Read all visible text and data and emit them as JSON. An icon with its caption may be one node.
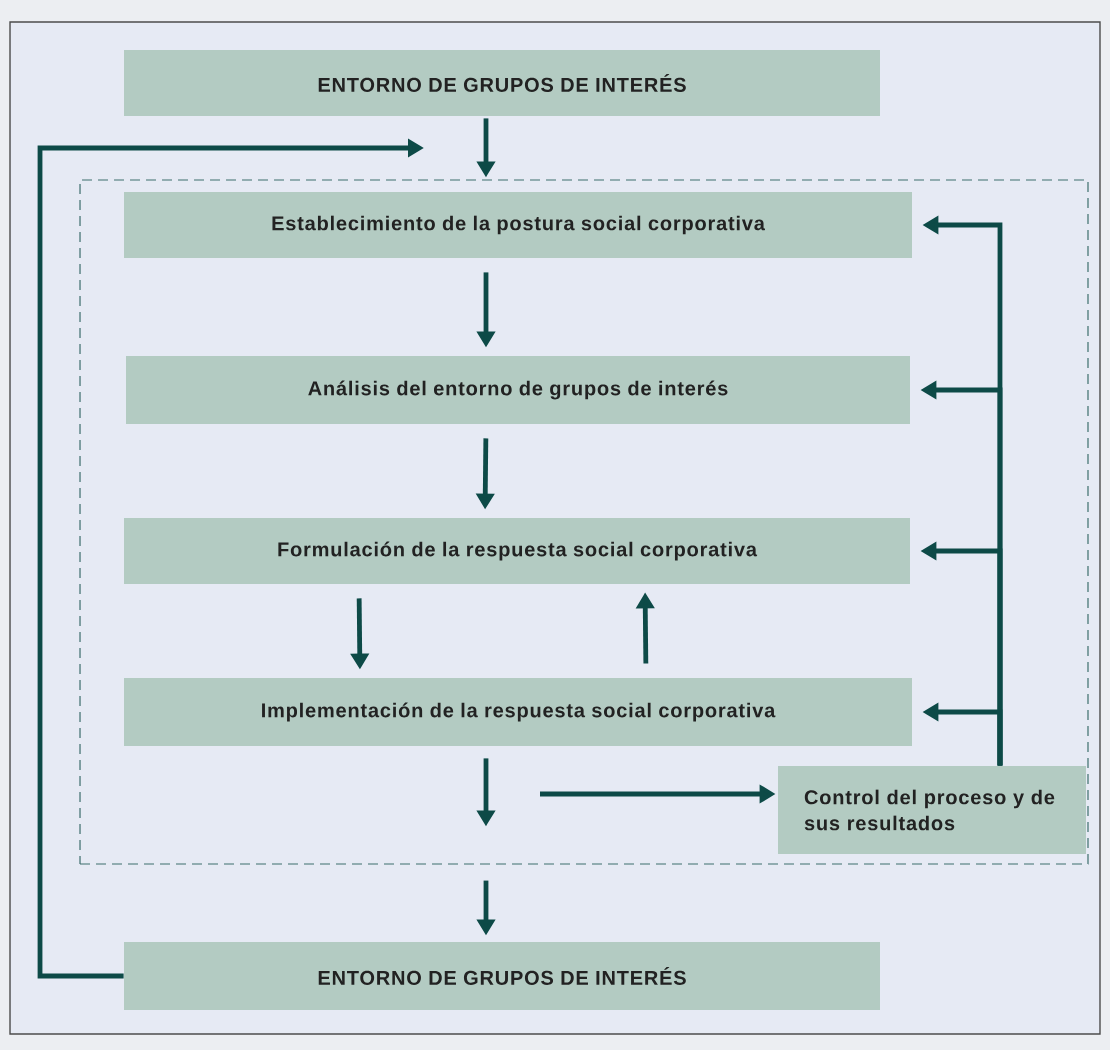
{
  "diagram": {
    "nodes": [
      {
        "text": [
          "ENTORNO DE GRUPOS DE INTERÉS"
        ]
      },
      {
        "text": [],
        "shape": "box"
      },
      {
        "text": [
          "Establecimiento de la postura social corporativa"
        ],
        "in": 1
      },
      {
        "text": [
          "Análisis del entorno de grupos de interés"
        ],
        "in": 1
      },
      {
        "text": [
          "Formulación de la respuesta social corporativa"
        ],
        "in": 1
      },
      {
        "text": [
          "Implementación de la respuesta social corporativa"
        ],
        "in": 1
      },
      {
        "text": [
          "Control del proceso y de sus resultados"
        ],
        "in": 1
      },
      {
        "text": [
          "ENTORNO DE GRUPOS DE INTERÉS"
        ]
      }
    ],
    "edges": [
      {
        "from": 0,
        "to": 1,
        "arrow": "to"
      },
      {
        "from": 2,
        "to": 3,
        "arrow": "to"
      },
      {
        "from": 3,
        "to": 4,
        "arrow": "to"
      },
      {
        "from": 4,
        "to": 5,
        "arrow": "to"
      },
      {
        "from": 5,
        "to": 4,
        "arrow": "to"
      },
      {
        "from": 5,
        "to": null,
        "arrow": "to"
      },
      {
        "from": null,
        "to": 6,
        "arrow": "to"
      },
      {
        "from": 6,
        "to": 2,
        "arrow": "to"
      },
      {
        "from": 6,
        "to": 3,
        "arrow": "to"
      },
      {
        "from": 6,
        "to": 4,
        "arrow": "to"
      },
      {
        "from": 6,
        "to": 5,
        "arrow": "to"
      },
      {
        "from": 1,
        "to": 7,
        "arrow": "to"
      },
      {
        "from": 7,
        "to": null,
        "arrow": "to"
      }
    ]
  }
}
